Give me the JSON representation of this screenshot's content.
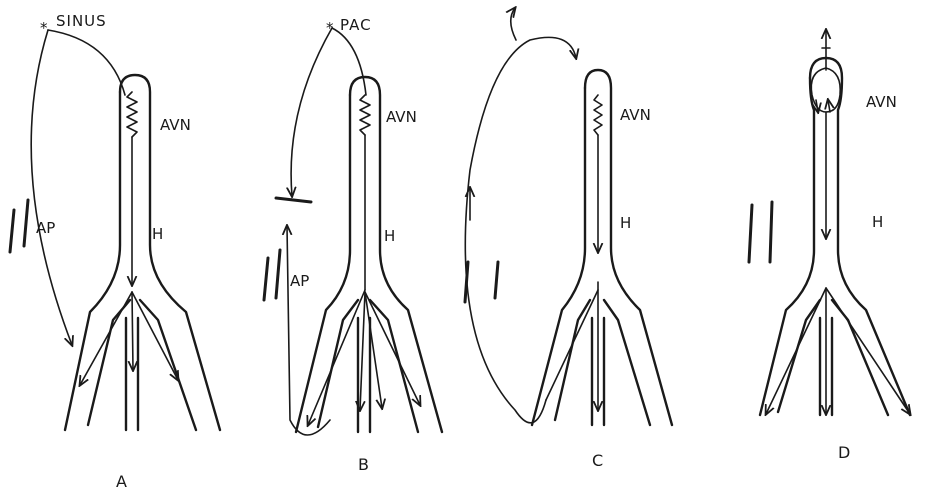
{
  "panels": [
    {
      "id": "A",
      "caption": "A",
      "source_label": "SINUS",
      "node_label": "AVN",
      "bundle_label": "H",
      "ap_label": "AP"
    },
    {
      "id": "B",
      "caption": "B",
      "source_label": "PAC",
      "node_label": "AVN",
      "bundle_label": "H",
      "ap_label": "AP"
    },
    {
      "id": "C",
      "caption": "C",
      "node_label": "AVN",
      "bundle_label": "H"
    },
    {
      "id": "D",
      "caption": "D",
      "node_label": "AVN",
      "bundle_label": "H"
    }
  ],
  "colors": {
    "ink": "#1a1a1a",
    "background": "#ffffff"
  }
}
